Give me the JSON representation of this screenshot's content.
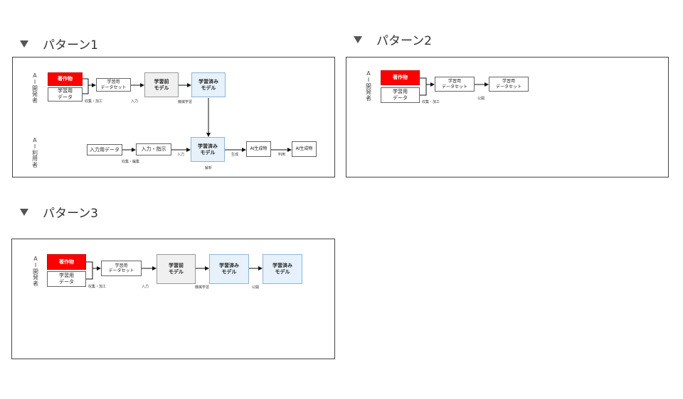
{
  "sections": {
    "p1": {
      "title": "パターン1"
    },
    "p2": {
      "title": "パターン2"
    },
    "p3": {
      "title": "パターン3"
    }
  },
  "side_labels": {
    "developer": "A\nI\n開\n発\n者",
    "user": "A\nI\n利\n用\n者"
  },
  "boxes": {
    "work": "著作物",
    "learning_data": "学習用\nデータ",
    "dataset": "学習用\nデータセット",
    "pre_model": "学習前\nモデル",
    "trained_model": "学習済み\nモデル",
    "input_data": "入力用データ",
    "input_instruction": "入力・指示",
    "ai_output": "AI生成物"
  },
  "labels": {
    "collect_process": "収集・加工",
    "input": "入力",
    "machine_learning": "機械学習",
    "collect_edit": "収集・編集",
    "generate": "生成",
    "analyze": "解析",
    "use": "利用",
    "publish": "公開"
  }
}
